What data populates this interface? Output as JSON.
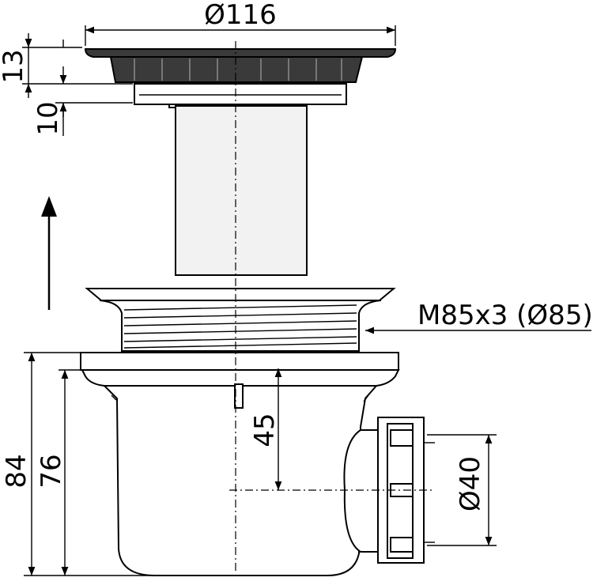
{
  "dimensions": {
    "top_diameter": "Ø116",
    "flange_height": "13",
    "collar_height": "10",
    "thread": "M85x3 (Ø85)",
    "outlet_offset": "45",
    "total_height_outer": "84",
    "total_height_inner": "76",
    "outlet_diameter": "Ø40"
  }
}
